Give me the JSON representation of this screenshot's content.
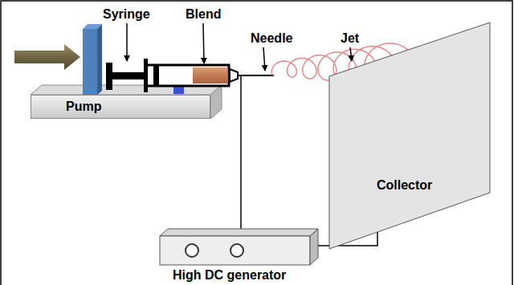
{
  "diagram": {
    "nodes": [
      {
        "text": [
          "Pump"
        ]
      },
      {
        "text": [
          "Collector"
        ]
      },
      {
        "text": [
          "High DC generator"
        ]
      }
    ],
    "edges": [
      {
        "from": 2,
        "to": 1,
        "arrow": "none"
      }
    ],
    "labels": [
      "Syringe",
      "Blend",
      "Needle",
      "Jet"
    ]
  }
}
